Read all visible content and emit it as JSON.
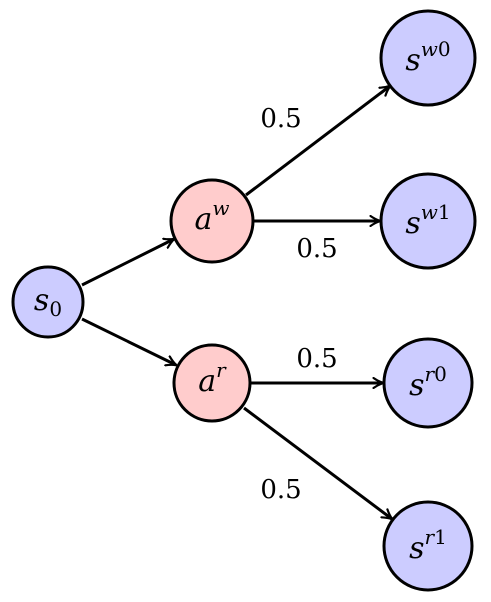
{
  "colors": {
    "state_fill": "#ccccff",
    "action_fill": "#ffcccc",
    "stroke": "#000000"
  },
  "nodes": {
    "s0": {
      "base": "s",
      "sub": "0",
      "sup_letter": "",
      "sup_digit": ""
    },
    "aw": {
      "base": "a",
      "sub": "",
      "sup_letter": "w",
      "sup_digit": ""
    },
    "ar": {
      "base": "a",
      "sub": "",
      "sup_letter": "r",
      "sup_digit": ""
    },
    "sw0": {
      "base": "s",
      "sub": "",
      "sup_letter": "w",
      "sup_digit": "0"
    },
    "sw1": {
      "base": "s",
      "sub": "",
      "sup_letter": "w",
      "sup_digit": "1"
    },
    "sr0": {
      "base": "s",
      "sub": "",
      "sup_letter": "r",
      "sup_digit": "0"
    },
    "sr1": {
      "base": "s",
      "sub": "",
      "sup_letter": "r",
      "sup_digit": "1"
    }
  },
  "edges": [
    {
      "from": "s0",
      "to": "aw",
      "label": ""
    },
    {
      "from": "s0",
      "to": "ar",
      "label": ""
    },
    {
      "from": "aw",
      "to": "sw0",
      "label": "0.5"
    },
    {
      "from": "aw",
      "to": "sw1",
      "label": "0.5"
    },
    {
      "from": "ar",
      "to": "sr0",
      "label": "0.5"
    },
    {
      "from": "ar",
      "to": "sr1",
      "label": "0.5"
    }
  ]
}
